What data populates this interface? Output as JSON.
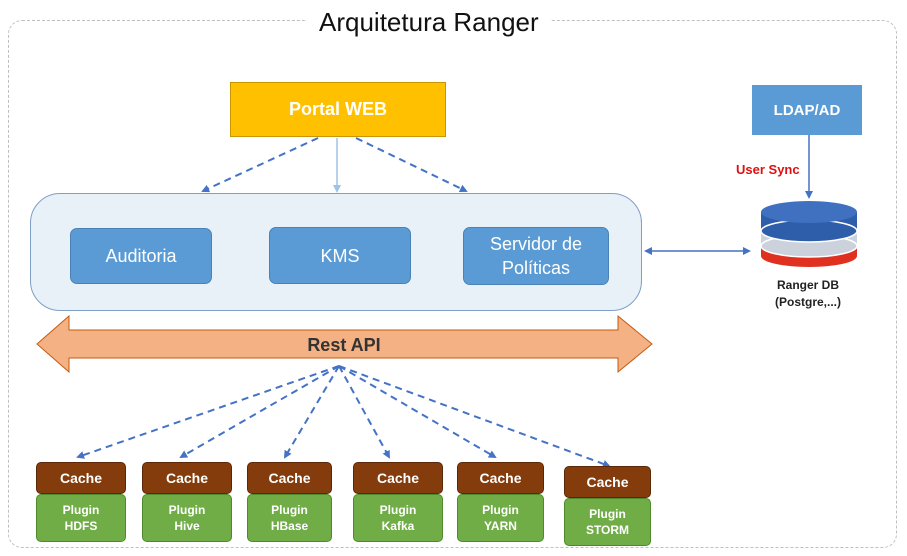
{
  "title": "Arquitetura Ranger",
  "portal": "Portal WEB",
  "ldap": "LDAP/AD",
  "user_sync": "User Sync",
  "services": {
    "auditoria": "Auditoria",
    "kms": "KMS",
    "politicas_line1": "Servidor de",
    "politicas_line2": "Políticas"
  },
  "database": {
    "line1": "Ranger DB",
    "line2": "(Postgre,...)"
  },
  "rest_api": "Rest API",
  "plugins": [
    {
      "cache": "Cache",
      "line1": "Plugin",
      "line2": "HDFS"
    },
    {
      "cache": "Cache",
      "line1": "Plugin",
      "line2": "Hive"
    },
    {
      "cache": "Cache",
      "line1": "Plugin",
      "line2": "HBase"
    },
    {
      "cache": "Cache",
      "line1": "Plugin",
      "line2": "Kafka"
    },
    {
      "cache": "Cache",
      "line1": "Plugin",
      "line2": "YARN"
    },
    {
      "cache": "Cache",
      "line1": "Plugin",
      "line2": "STORM"
    }
  ],
  "colors": {
    "portal": "#ffc000",
    "service": "#5b9bd5",
    "cache": "#843c0c",
    "plugin": "#70ad47",
    "api_arrow": "#f4b183",
    "user_sync": "#e01010",
    "db_top": "#2e5eaa",
    "db_bottom": "#e03020"
  }
}
